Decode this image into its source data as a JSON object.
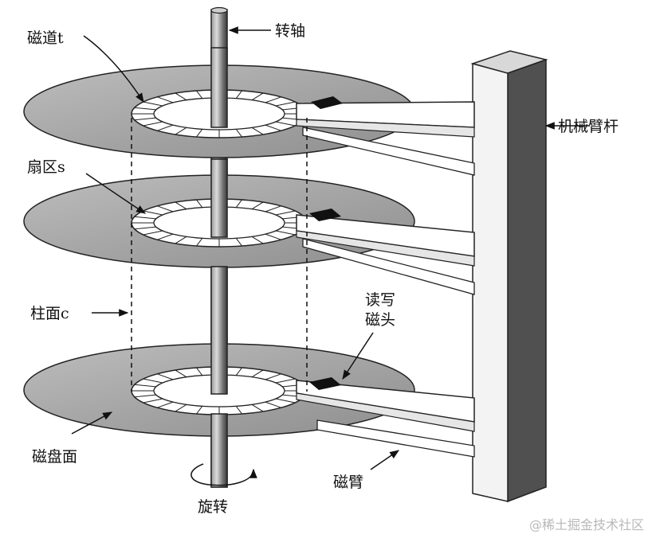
{
  "labels": {
    "track": "磁道t",
    "spindle": "转轴",
    "arm_column": "机械臂杆",
    "sector": "扇区s",
    "cylinder": "柱面c",
    "rw_head_line1": "读写",
    "rw_head_line2": "磁头",
    "platter_surface": "磁盘面",
    "arm": "磁臂",
    "rotation": "旋转"
  },
  "watermark": "@稀土掘金技术社区",
  "colors": {
    "platter": "#a9a9a9",
    "platter_edge": "#222222",
    "ring": "#ffffff",
    "column_front": "#f2f2f2",
    "column_side": "#555555",
    "ink": "#111111"
  }
}
